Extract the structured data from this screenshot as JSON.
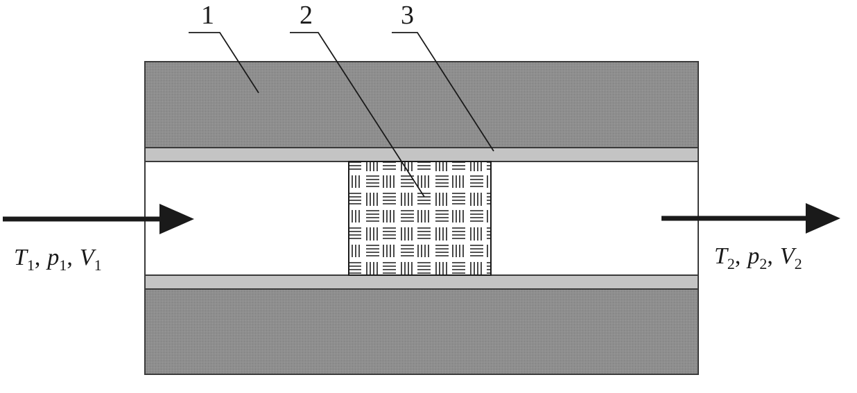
{
  "colors": {
    "wall": "#8e8e8e",
    "liner": "#c4c4c4",
    "outline": "#3a3a3a",
    "ink": "#1a1a1a",
    "background": "#ffffff"
  },
  "labels": {
    "part_1": "1",
    "part_2": "2",
    "part_3": "3"
  },
  "inlet": {
    "T": "T",
    "T_sub": "1",
    "p": "p",
    "p_sub": "1",
    "V": "V",
    "V_sub": "1",
    "sep": ","
  },
  "outlet": {
    "T": "T",
    "T_sub": "2",
    "p": "p",
    "p_sub": "2",
    "V": "V",
    "V_sub": "2",
    "sep": ","
  }
}
